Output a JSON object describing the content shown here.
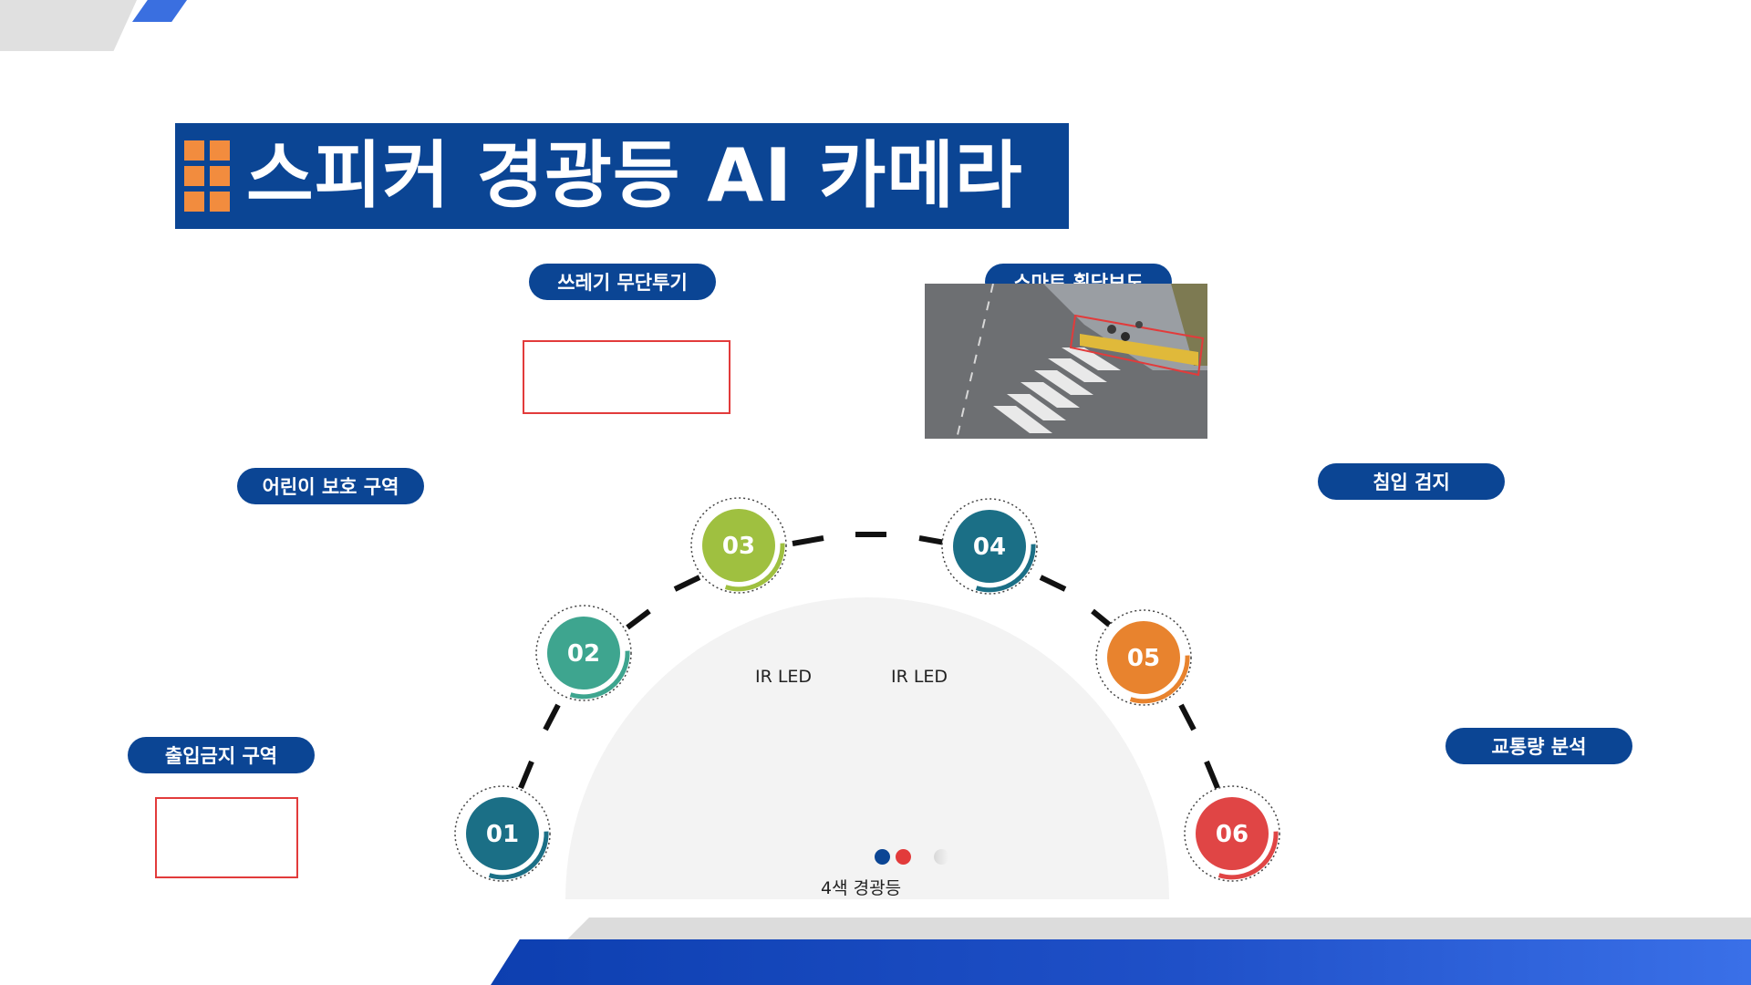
{
  "title": "스피커 경광등 AI 카메라",
  "labels": {
    "trash": "쓰레기 무단투기",
    "crosswalk": "스마트 횡단보도",
    "child_zone": "어린이 보호 구역",
    "intrusion": "침입 검지",
    "no_entry": "출입금지 구역",
    "traffic": "교통량 분석"
  },
  "device": {
    "ir_left": "IR LED",
    "ir_right": "IR LED",
    "light_label": "4색 경광등"
  },
  "steps": [
    {
      "num": "01",
      "color": "#1b6f86"
    },
    {
      "num": "02",
      "color": "#3ea58f"
    },
    {
      "num": "03",
      "color": "#9fc040"
    },
    {
      "num": "04",
      "color": "#1b6f86"
    },
    {
      "num": "05",
      "color": "#e8832e"
    },
    {
      "num": "06",
      "color": "#e04545"
    }
  ],
  "colors": {
    "brand_blue": "#0b4594",
    "accent_orange": "#f28c3e",
    "box_red": "#e23b3b"
  }
}
